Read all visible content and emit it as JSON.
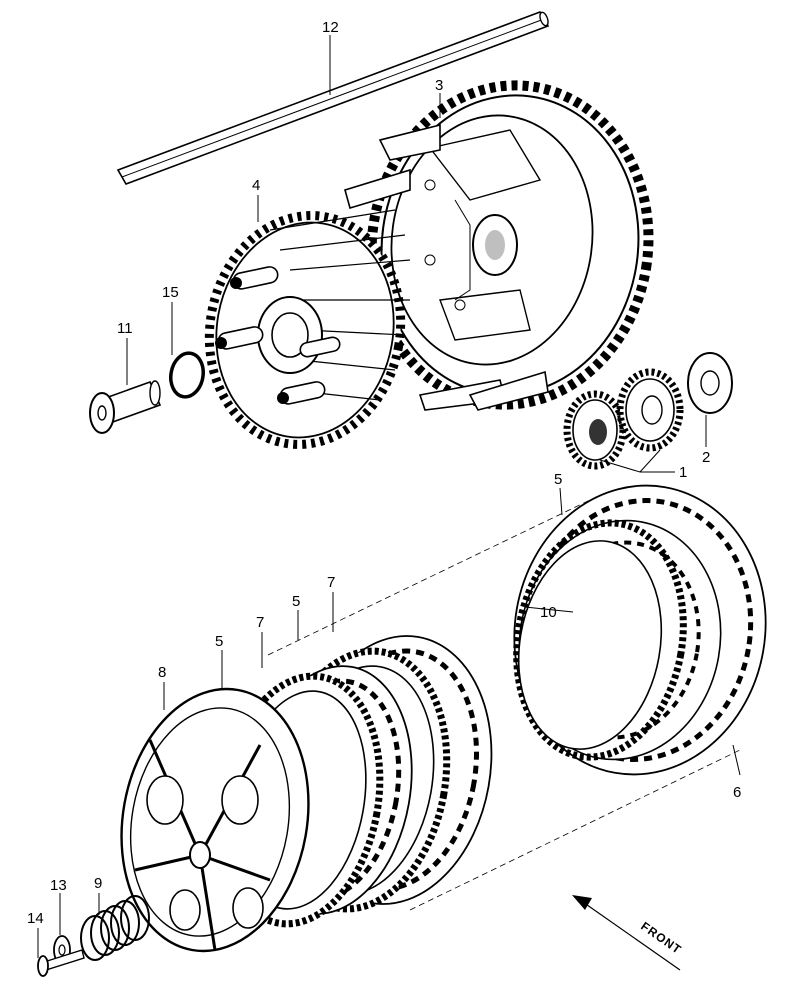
{
  "labels": [
    {
      "id": "part-1",
      "text": "1"
    },
    {
      "id": "part-2",
      "text": "2"
    },
    {
      "id": "part-3",
      "text": "3"
    },
    {
      "id": "part-4",
      "text": "4"
    },
    {
      "id": "part-5a",
      "text": "5"
    },
    {
      "id": "part-5b",
      "text": "5"
    },
    {
      "id": "part-5c",
      "text": "5"
    },
    {
      "id": "part-6",
      "text": "6"
    },
    {
      "id": "part-7a",
      "text": "7"
    },
    {
      "id": "part-7b",
      "text": "7"
    },
    {
      "id": "part-8",
      "text": "8"
    },
    {
      "id": "part-9",
      "text": "9"
    },
    {
      "id": "part-10",
      "text": "10"
    },
    {
      "id": "part-11",
      "text": "11"
    },
    {
      "id": "part-12",
      "text": "12"
    },
    {
      "id": "part-13",
      "text": "13"
    },
    {
      "id": "part-14",
      "text": "14"
    },
    {
      "id": "part-15",
      "text": "15"
    }
  ],
  "direction": {
    "text": "FRONT"
  }
}
